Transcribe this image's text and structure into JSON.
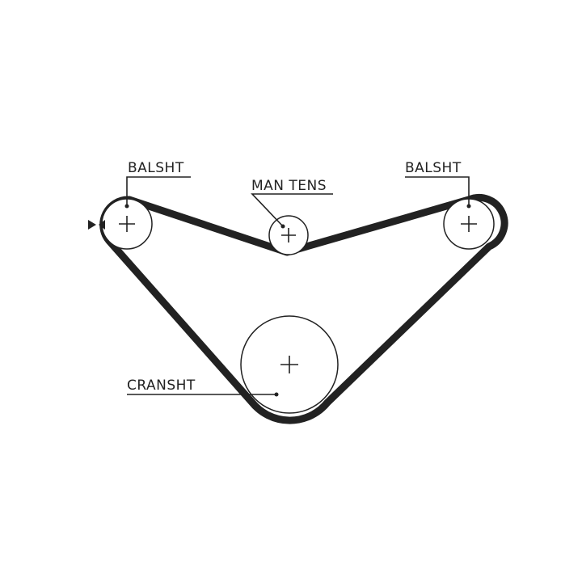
{
  "labels": {
    "balsht_left": "BALSHT",
    "man_tens": "MAN TENS",
    "balsht_right": "BALSHT",
    "cranksht": "CRANSHT"
  },
  "colors": {
    "belt": "#222222",
    "line": "#222222",
    "background": "#ffffff"
  },
  "icons": {
    "direction_marker": "rotation-direction-arrow-icon"
  }
}
